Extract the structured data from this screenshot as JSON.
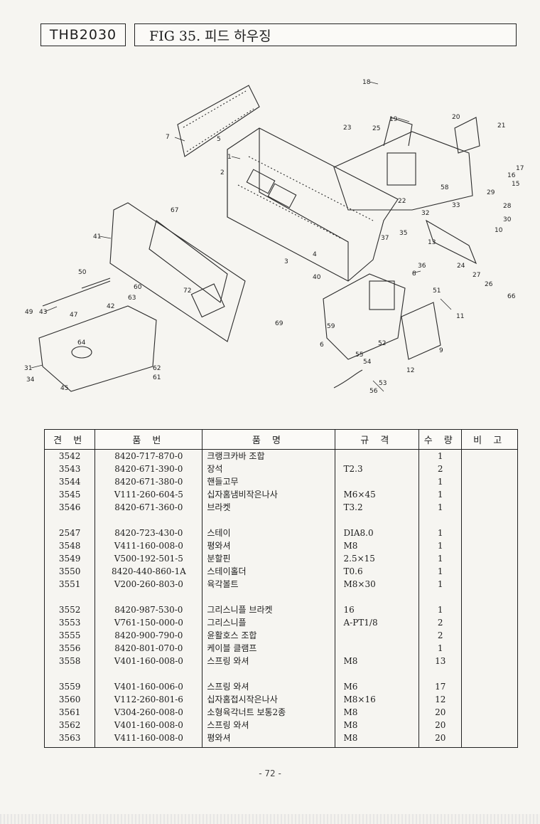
{
  "header": {
    "model": "THB2030",
    "figure_title": "FIG 35. 피드 하우징"
  },
  "diagram_callouts": [
    "1",
    "2",
    "3",
    "4",
    "5",
    "6",
    "7",
    "8",
    "9",
    "10",
    "11",
    "12",
    "13",
    "15",
    "16",
    "17",
    "18",
    "19",
    "20",
    "21",
    "22",
    "23",
    "24",
    "25",
    "26",
    "27",
    "28",
    "29",
    "30",
    "31",
    "32",
    "33",
    "34",
    "35",
    "36",
    "37",
    "40",
    "41",
    "42",
    "43",
    "45",
    "47",
    "49",
    "50",
    "51",
    "52",
    "53",
    "54",
    "55",
    "56",
    "58",
    "59",
    "60",
    "61",
    "62",
    "63",
    "64",
    "66",
    "67",
    "69",
    "72"
  ],
  "table": {
    "headers": [
      "견 번",
      "품 번",
      "품 명",
      "규 격",
      "수 량",
      "비 고"
    ],
    "groups": [
      [
        {
          "no": "3542",
          "part": "8420-717-870-0",
          "name": "크랭크카바 조합",
          "spec": "",
          "qty": "1",
          "note": ""
        },
        {
          "no": "3543",
          "part": "8420-671-390-0",
          "name": "장석",
          "spec": "T2.3",
          "qty": "2",
          "note": ""
        },
        {
          "no": "3544",
          "part": "8420-671-380-0",
          "name": "핸들고무",
          "spec": "",
          "qty": "1",
          "note": ""
        },
        {
          "no": "3545",
          "part": "V111-260-604-5",
          "name": "십자홈냄비작은나사",
          "spec": "M6×45",
          "qty": "1",
          "note": ""
        },
        {
          "no": "3546",
          "part": "8420-671-360-0",
          "name": "브라켓",
          "spec": "T3.2",
          "qty": "1",
          "note": ""
        }
      ],
      [
        {
          "no": "2547",
          "part": "8420-723-430-0",
          "name": "스테이",
          "spec": "DIA8.0",
          "qty": "1",
          "note": ""
        },
        {
          "no": "3548",
          "part": "V411-160-008-0",
          "name": "평와셔",
          "spec": "M8",
          "qty": "1",
          "note": ""
        },
        {
          "no": "3549",
          "part": "V500-192-501-5",
          "name": "분할핀",
          "spec": "2.5×15",
          "qty": "1",
          "note": ""
        },
        {
          "no": "3550",
          "part": "8420-440-860-1A",
          "name": "스테이홀더",
          "spec": "T0.6",
          "qty": "1",
          "note": ""
        },
        {
          "no": "3551",
          "part": "V200-260-803-0",
          "name": "육각볼트",
          "spec": "M8×30",
          "qty": "1",
          "note": ""
        }
      ],
      [
        {
          "no": "3552",
          "part": "8420-987-530-0",
          "name": "그리스니플 브라켓",
          "spec": "16",
          "qty": "1",
          "note": ""
        },
        {
          "no": "3553",
          "part": "V761-150-000-0",
          "name": "그리스니플",
          "spec": "A-PT1/8",
          "qty": "2",
          "note": ""
        },
        {
          "no": "3555",
          "part": "8420-900-790-0",
          "name": "윤활호스 조합",
          "spec": "",
          "qty": "2",
          "note": ""
        },
        {
          "no": "3556",
          "part": "8420-801-070-0",
          "name": "케이블 클램프",
          "spec": "",
          "qty": "1",
          "note": ""
        },
        {
          "no": "3558",
          "part": "V401-160-008-0",
          "name": "스프링 와셔",
          "spec": "M8",
          "qty": "13",
          "note": ""
        }
      ],
      [
        {
          "no": "3559",
          "part": "V401-160-006-0",
          "name": "스프링 와셔",
          "spec": "M6",
          "qty": "17",
          "note": ""
        },
        {
          "no": "3560",
          "part": "V112-260-801-6",
          "name": "십자홈접시작은나사",
          "spec": "M8×16",
          "qty": "12",
          "note": ""
        },
        {
          "no": "3561",
          "part": "V304-260-008-0",
          "name": "소형육각너트 보통2종",
          "spec": "M8",
          "qty": "20",
          "note": ""
        },
        {
          "no": "3562",
          "part": "V401-160-008-0",
          "name": "스프링 와셔",
          "spec": "M8",
          "qty": "20",
          "note": ""
        },
        {
          "no": "3563",
          "part": "V411-160-008-0",
          "name": "평와셔",
          "spec": "M8",
          "qty": "20",
          "note": ""
        }
      ]
    ]
  },
  "page_number": "- 72 -"
}
